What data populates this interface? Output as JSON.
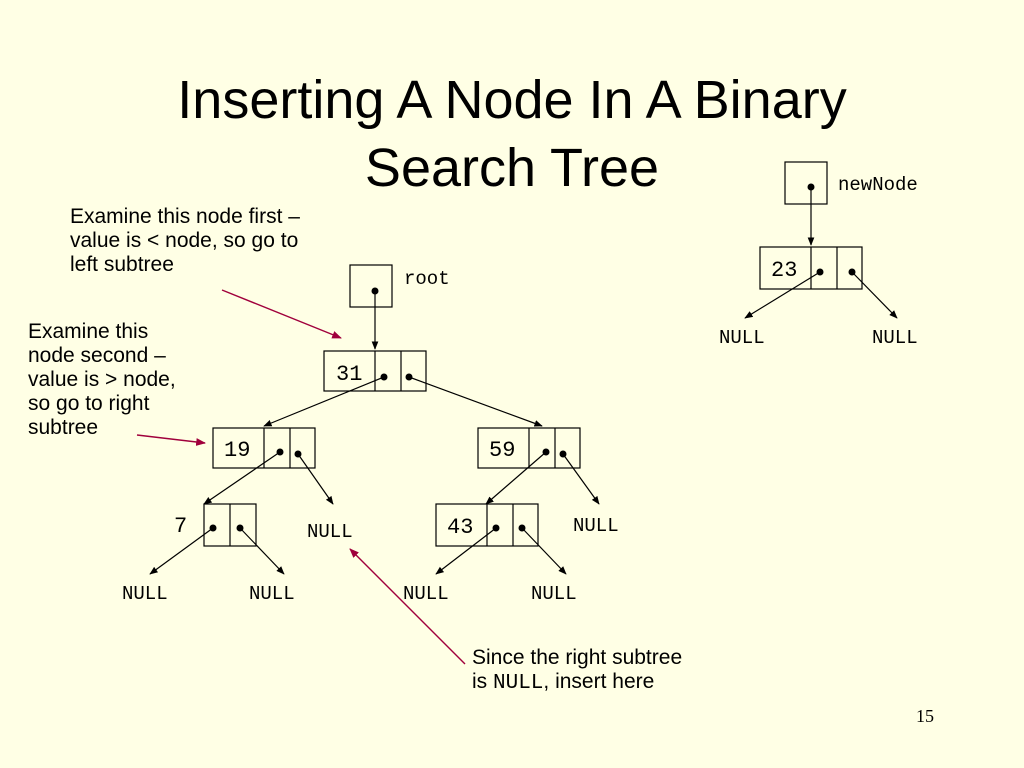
{
  "title": {
    "line1": "Inserting A Node In A Binary",
    "line2": "Search Tree"
  },
  "callouts": {
    "first": {
      "lines": [
        "Examine this node first –",
        "value is < node, so go to",
        "left subtree"
      ]
    },
    "second": {
      "lines": [
        "Examine this",
        "node second –",
        "value is > node,",
        "so go to right",
        "subtree"
      ]
    },
    "insert": {
      "line1": "Since the right subtree",
      "line2_prefix": "is ",
      "line2_code": "NULL",
      "line2_suffix": ", insert here"
    }
  },
  "pointers": {
    "root": "root",
    "newNode": "newNode"
  },
  "nodes": {
    "n31": "31",
    "n19": "19",
    "n59": "59",
    "n7": "7",
    "n43": "43",
    "n23": "23"
  },
  "null_label": "NULL",
  "page_number": "15",
  "colors": {
    "background": "#ffffe5",
    "callout_arrow": "#a0003c"
  }
}
